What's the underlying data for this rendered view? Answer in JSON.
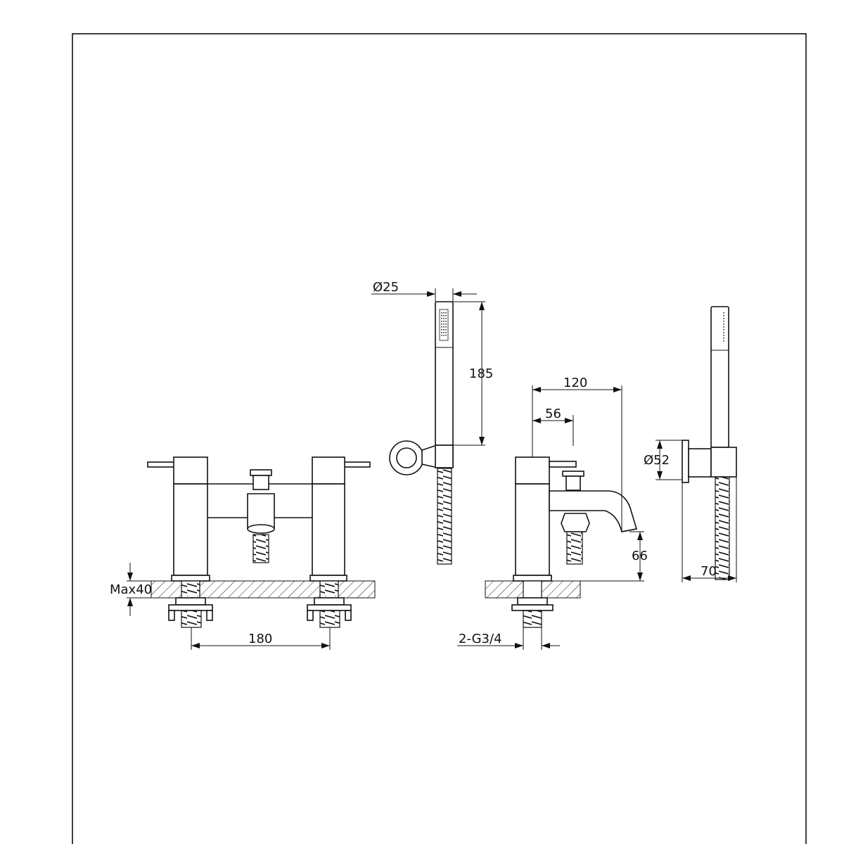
{
  "drawing": {
    "dimensions": {
      "max_thickness": "Max40",
      "centers": "180",
      "handset_diameter": "Ø25",
      "handset_length": "185",
      "projection": "120",
      "lever_offset": "56",
      "spout_height": "66",
      "connection": "2-G3/4",
      "bracket_diameter": "Ø52",
      "bracket_projection": "70"
    }
  }
}
